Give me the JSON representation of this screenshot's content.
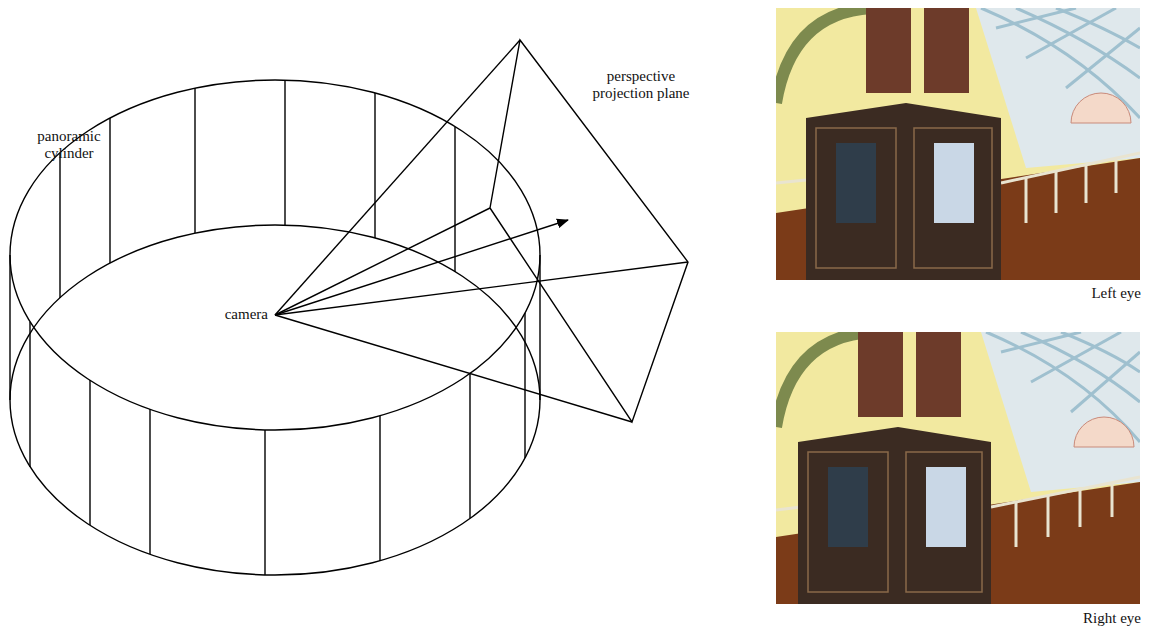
{
  "diagram": {
    "labels": [
      "panoramic cylinder",
      "perspective projection plane",
      "camera",
      "Left eye",
      "Right eye"
    ]
  }
}
